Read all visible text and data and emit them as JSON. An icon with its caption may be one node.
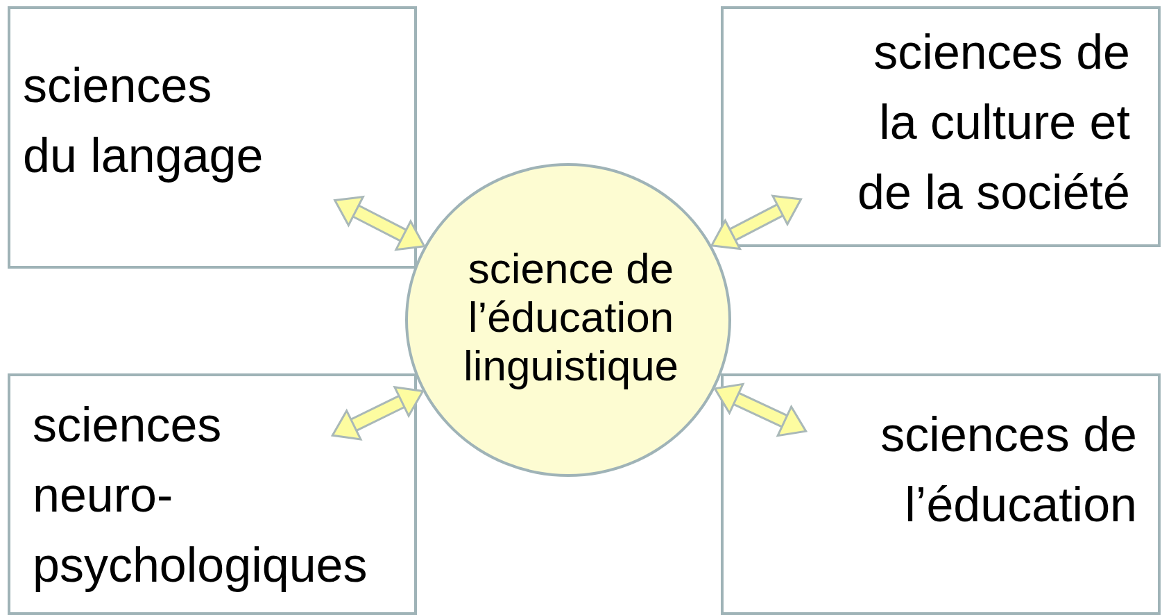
{
  "diagram": {
    "nodes": [
      {
        "text": [
          "sciences du langage"
        ]
      },
      {
        "text": [
          "sciences de la culture et de la société"
        ]
      },
      {
        "text": [
          "science de l’éducation linguistique"
        ]
      },
      {
        "text": [
          "sciences neuro- psychologiques"
        ]
      },
      {
        "text": [
          "sciences de l’éducation"
        ]
      }
    ],
    "edges": [
      {
        "from": 2,
        "to": 0,
        "arrow": "both"
      },
      {
        "from": 2,
        "to": 1,
        "arrow": "both"
      },
      {
        "from": 2,
        "to": 3,
        "arrow": "both"
      },
      {
        "from": 2,
        "to": 4,
        "arrow": "both"
      }
    ]
  }
}
